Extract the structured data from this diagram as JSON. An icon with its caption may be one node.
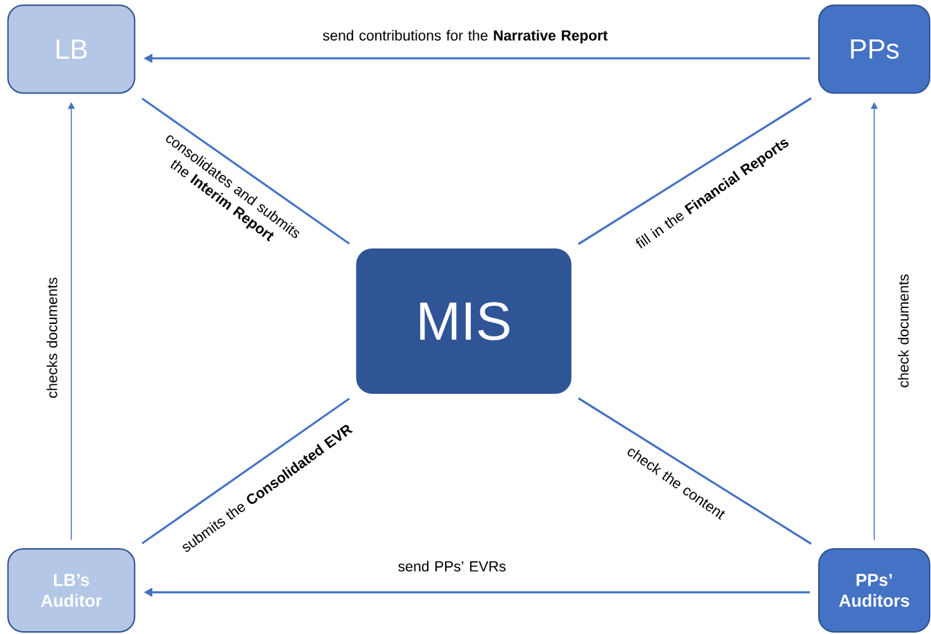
{
  "diagram": {
    "nodes": [
      {
        "text": [
          "LB"
        ]
      },
      {
        "text": [
          "PPs"
        ]
      },
      {
        "text": [
          "MIS"
        ]
      },
      {
        "text": [
          "LB’s Auditor"
        ]
      },
      {
        "text": [
          "PPs’ Auditors"
        ]
      }
    ],
    "edges": [
      {
        "from": 1,
        "to": 0,
        "arrow": "to",
        "label": "send contributions for the **Narrative Report**"
      },
      {
        "from": 2,
        "to": 0,
        "arrow": "none",
        "label": "consolidates and submits the **Interim Report**"
      },
      {
        "from": 2,
        "to": 1,
        "arrow": "none",
        "label": "fill in the **Financial Reports**"
      },
      {
        "from": 3,
        "to": 2,
        "arrow": "none",
        "label": "submits the **Consolidated EVR**"
      },
      {
        "from": 2,
        "to": 4,
        "arrow": "none",
        "label": "check the content"
      },
      {
        "from": 4,
        "to": 3,
        "arrow": "to",
        "label": "send PPs’ EVRs"
      },
      {
        "from": 3,
        "to": 0,
        "arrow": "to",
        "label": "checks documents"
      },
      {
        "from": 4,
        "to": 1,
        "arrow": "to",
        "label": "check documents"
      }
    ]
  }
}
